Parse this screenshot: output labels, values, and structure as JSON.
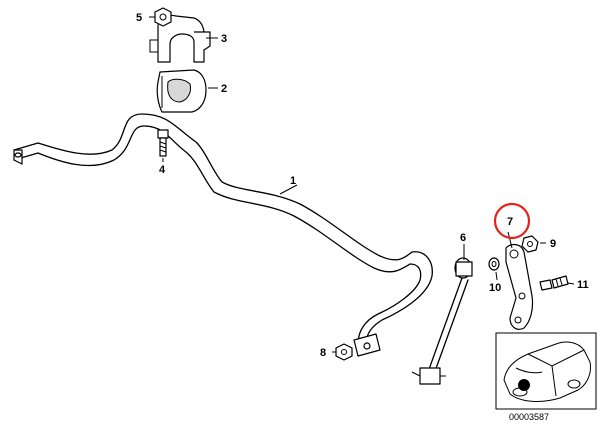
{
  "diagram": {
    "callouts": [
      {
        "id": "label-1",
        "text": "1"
      },
      {
        "id": "label-2",
        "text": "2"
      },
      {
        "id": "label-3",
        "text": "3"
      },
      {
        "id": "label-4",
        "text": "4"
      },
      {
        "id": "label-5",
        "text": "5"
      },
      {
        "id": "label-6",
        "text": "6"
      },
      {
        "id": "label-7",
        "text": "7"
      },
      {
        "id": "label-8",
        "text": "8"
      },
      {
        "id": "label-9",
        "text": "9"
      },
      {
        "id": "label-10",
        "text": "10"
      },
      {
        "id": "label-11",
        "text": "11"
      }
    ],
    "highlight_color": "#e2231a",
    "reference_number": "00003587"
  }
}
